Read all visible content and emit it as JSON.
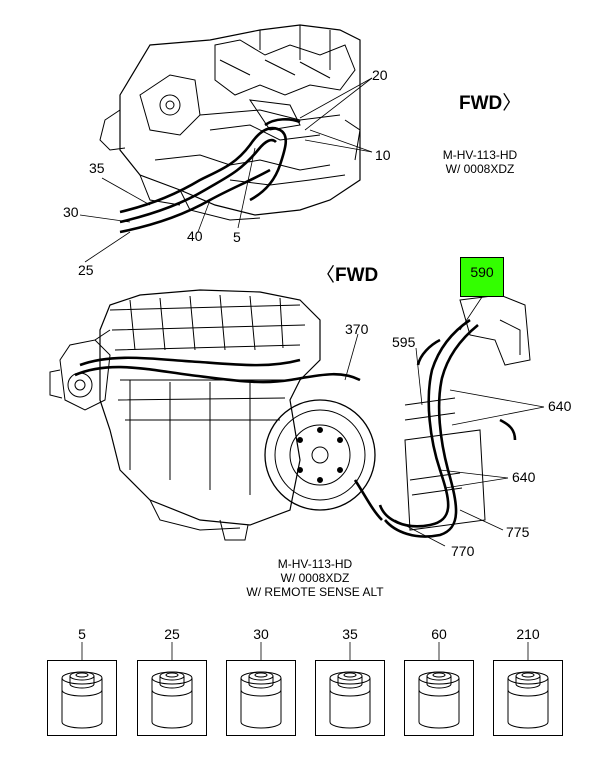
{
  "top_diagram": {
    "direction": "FWD",
    "direction_arrow": "〉",
    "callouts": {
      "c20": "20",
      "c10": "10",
      "c35": "35",
      "c30": "30",
      "c40": "40",
      "c5": "5",
      "c25": "25"
    },
    "caption_line1": "M-HV-113-HD",
    "caption_line2": "W/ 0008XDZ"
  },
  "bottom_diagram": {
    "direction": "FWD",
    "direction_arrow": "〈",
    "highlight_color": "#33ff00",
    "callouts": {
      "c590": "590",
      "c370": "370",
      "c595": "595",
      "c640a": "640",
      "c640b": "640",
      "c775": "775",
      "c770": "770"
    },
    "caption_line1": "M-HV-113-HD",
    "caption_line2": "W/ 0008XDZ",
    "caption_line3": "W/ REMOTE SENSE ALT"
  },
  "kits": [
    {
      "label": "5",
      "icon": "canister-icon"
    },
    {
      "label": "25",
      "icon": "canister-icon"
    },
    {
      "label": "30",
      "icon": "canister-icon"
    },
    {
      "label": "35",
      "icon": "canister-icon"
    },
    {
      "label": "60",
      "icon": "canister-icon"
    },
    {
      "label": "210",
      "icon": "canister-icon"
    }
  ]
}
